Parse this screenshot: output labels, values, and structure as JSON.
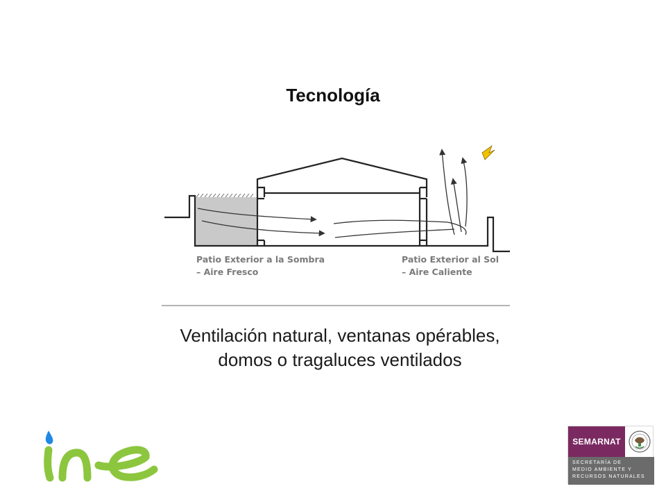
{
  "slide": {
    "title": "Tecnología",
    "caption_line1": "Ventilación natural, ventanas opérables,",
    "caption_line2": "domos o tragaluces ventilados"
  },
  "diagram": {
    "label_left_line1": "Patio Exterior a la Sombra",
    "label_left_line2": "– Aire Fresco",
    "label_right_line1": "Patio Exterior al Sol",
    "label_right_line2": "– Aire Caliente"
  },
  "logos": {
    "ine_text": "ine",
    "semarnat_title": "SEMARNAT",
    "semarnat_line1": "SECRETARÍA DE",
    "semarnat_line2": "MEDIO AMBIENTE Y",
    "semarnat_line3": "RECURSOS NATURALES"
  },
  "colors": {
    "ine_green": "#8cc63f",
    "ine_blue": "#1e88e5",
    "semarnat_purple": "#7a2a61",
    "semarnat_gray": "#6b6b6b",
    "sun_yellow": "#f2c200"
  }
}
